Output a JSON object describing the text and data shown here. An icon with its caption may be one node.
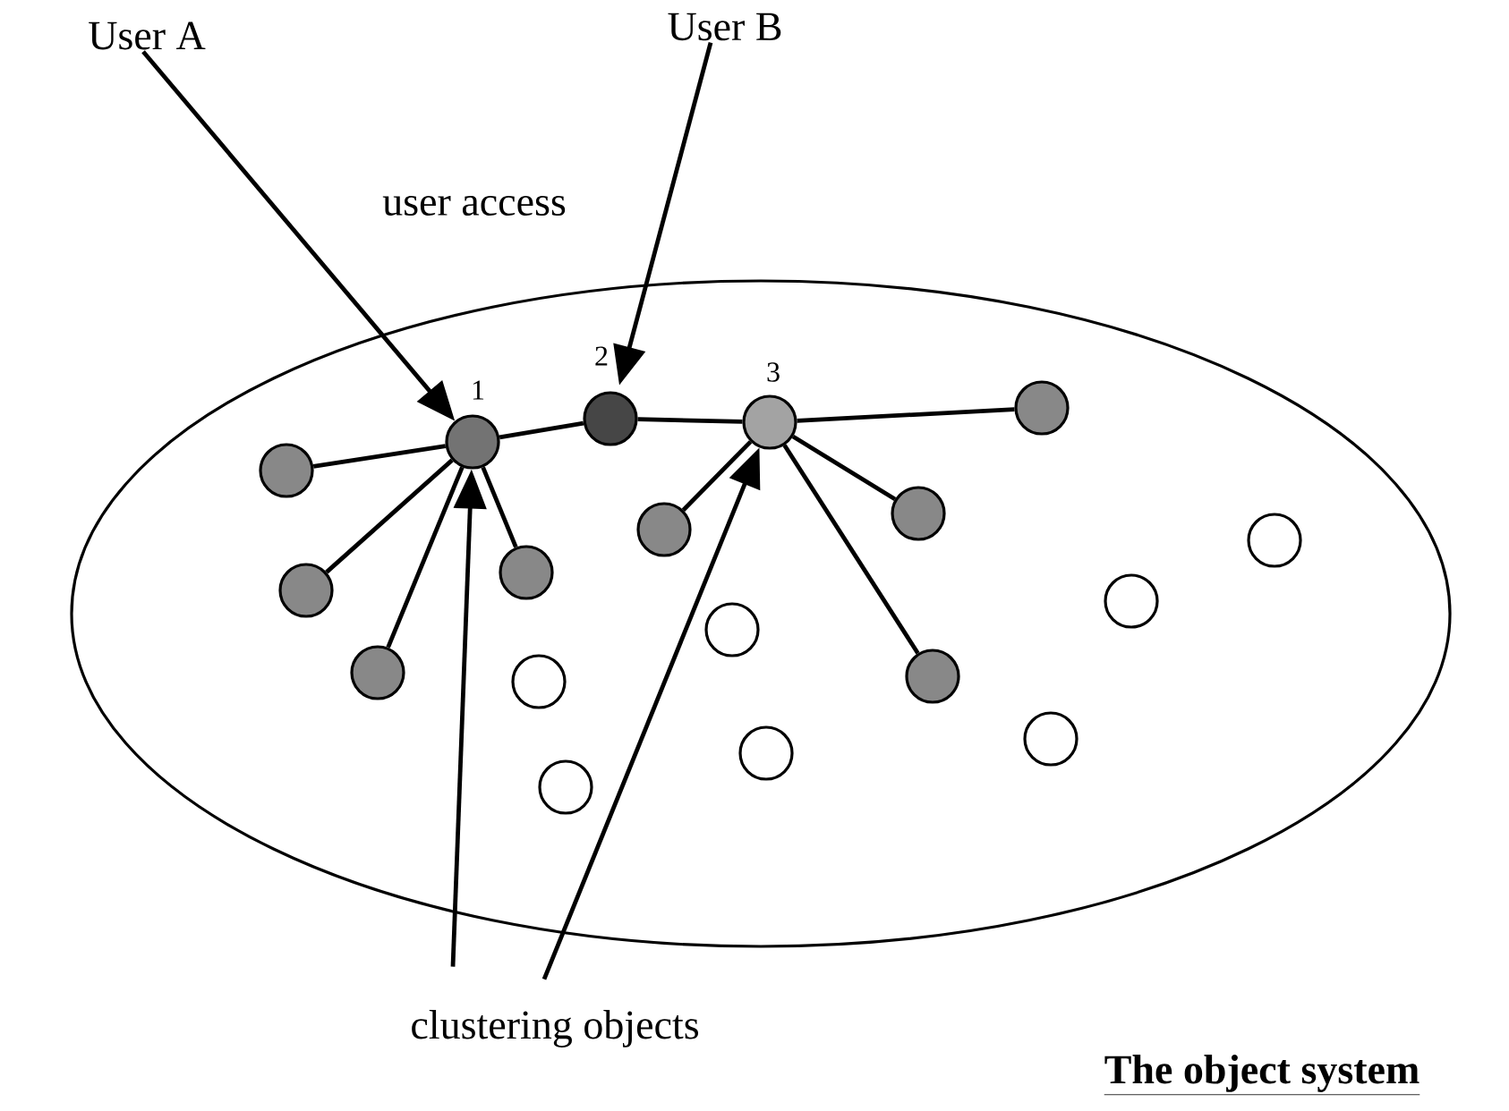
{
  "diagram": {
    "caption": "The object system",
    "nodes": [
      {
        "text": [
          "User A"
        ]
      },
      {
        "text": [
          "User B"
        ]
      },
      {
        "text": [],
        "shape": "ellipse"
      },
      {
        "text": [],
        "shape": "circle",
        "in": 2,
        "beside": [
          "1"
        ]
      },
      {
        "text": [],
        "shape": "circle",
        "in": 2,
        "beside": [
          "2"
        ]
      },
      {
        "text": [],
        "shape": "circle",
        "in": 2,
        "beside": [
          "3"
        ]
      },
      {
        "text": [],
        "shape": "circle",
        "in": 2
      },
      {
        "text": [],
        "shape": "circle",
        "in": 2
      },
      {
        "text": [],
        "shape": "circle",
        "in": 2
      },
      {
        "text": [],
        "shape": "circle",
        "in": 2
      },
      {
        "text": [],
        "shape": "circle",
        "in": 2
      },
      {
        "text": [],
        "shape": "circle",
        "in": 2
      },
      {
        "text": [],
        "shape": "circle",
        "in": 2
      },
      {
        "text": [],
        "shape": "circle",
        "in": 2
      },
      {
        "text": [],
        "shape": "circle",
        "in": 2
      },
      {
        "text": [],
        "shape": "circle",
        "in": 2
      },
      {
        "text": [],
        "shape": "circle",
        "in": 2
      },
      {
        "text": [],
        "shape": "circle",
        "in": 2
      },
      {
        "text": [],
        "shape": "circle",
        "in": 2
      },
      {
        "text": [],
        "shape": "circle",
        "in": 2
      },
      {
        "text": [],
        "shape": "circle",
        "in": 2
      },
      {
        "text": [
          "clustering objects"
        ]
      }
    ],
    "edges": [
      {
        "from": 0,
        "to": 3,
        "arrow": "to"
      },
      {
        "from": 1,
        "to": 4,
        "arrow": "to"
      },
      {
        "from": 3,
        "to": 4,
        "arrow": "none"
      },
      {
        "from": 4,
        "to": 5,
        "arrow": "none"
      },
      {
        "from": 5,
        "to": 6,
        "arrow": "none"
      },
      {
        "from": 3,
        "to": 7,
        "arrow": "none"
      },
      {
        "from": 3,
        "to": 12,
        "arrow": "none"
      },
      {
        "from": 3,
        "to": 15,
        "arrow": "none"
      },
      {
        "from": 3,
        "to": 11,
        "arrow": "none"
      },
      {
        "from": 5,
        "to": 9,
        "arrow": "none"
      },
      {
        "from": 5,
        "to": 8,
        "arrow": "none"
      },
      {
        "from": 5,
        "to": 16,
        "arrow": "none"
      },
      {
        "from": 21,
        "to": 3,
        "arrow": "to"
      },
      {
        "from": 21,
        "to": 5,
        "arrow": "to"
      }
    ],
    "labels": [
      "user access"
    ]
  }
}
